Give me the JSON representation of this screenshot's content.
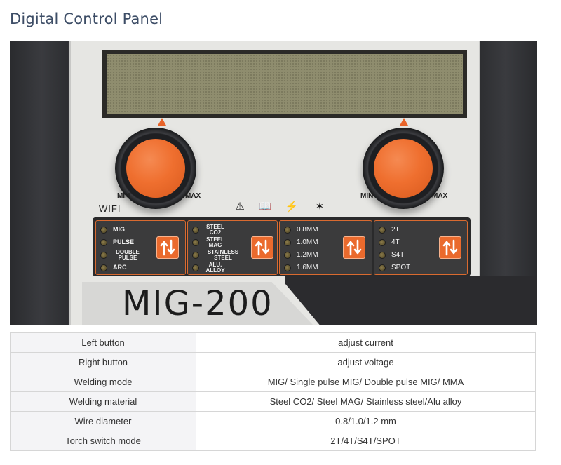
{
  "header": {
    "title": "Digital Control Panel"
  },
  "photo": {
    "knob_left": {
      "min_label": "MIN",
      "max_label": "MAX"
    },
    "knob_right": {
      "min_label": "MIN",
      "max_label": "MAX"
    },
    "wifi_label": "WIFI",
    "warning_icons": [
      "warning-triangle-icon",
      "manual-book-icon",
      "electric-hazard-icon",
      "spark-hazard-icon"
    ],
    "groups": [
      {
        "items": [
          "MIG",
          "PULSE",
          "DOUBLE PULSE",
          "ARC"
        ]
      },
      {
        "items": [
          "STEEL CO2",
          "STEEL MAG",
          "STAINLESS STEEL",
          "ALU. ALLOY"
        ]
      },
      {
        "items": [
          "0.8MM",
          "1.0MM",
          "1.2MM",
          "1.6MM"
        ]
      },
      {
        "items": [
          "2T",
          "4T",
          "S4T",
          "SPOT"
        ]
      }
    ],
    "model": "MIG-200",
    "colors": {
      "accent": "#ea6a2d",
      "panel": "#2a2a2b",
      "lcd": "#8f8d6e"
    }
  },
  "spec_table": {
    "rows": [
      {
        "label": "Left button",
        "value": "adjust current"
      },
      {
        "label": "Right button",
        "value": "adjust voltage"
      },
      {
        "label": "Welding mode",
        "value": "MIG/ Single pulse MIG/ Double pulse MIG/ MMA"
      },
      {
        "label": "Welding material",
        "value": "Steel CO2/ Steel MAG/ Stainless steel/Alu alloy"
      },
      {
        "label": "Wire diameter",
        "value": "0.8/1.0/1.2 mm"
      },
      {
        "label": "Torch switch mode",
        "value": "2T/4T/S4T/SPOT"
      }
    ]
  }
}
